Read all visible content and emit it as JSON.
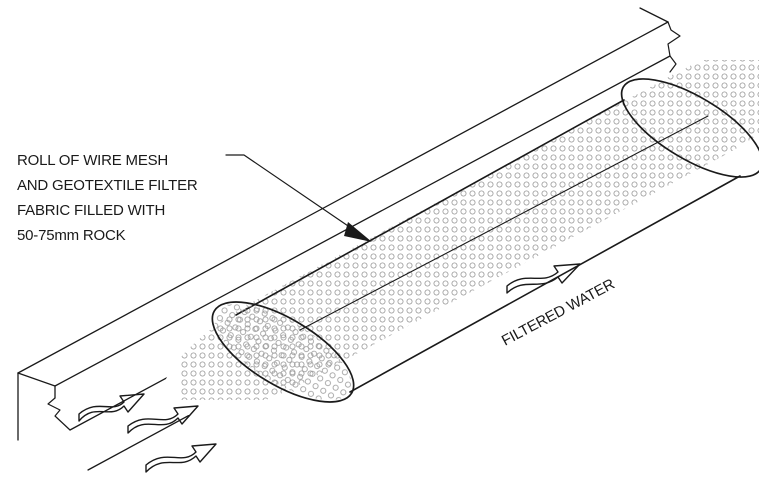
{
  "diagram": {
    "roll_label_lines": [
      "ROLL OF WIRE MESH",
      "AND GEOTEXTILE FILTER",
      "FABRIC FILLED WITH",
      "50-75mm ROCK"
    ],
    "filtered_water_label": "FILTERED WATER"
  }
}
